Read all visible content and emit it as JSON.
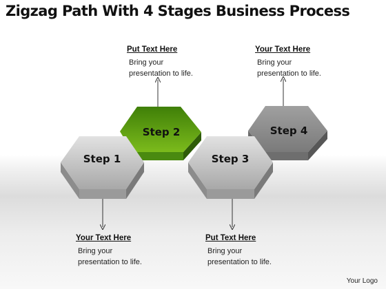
{
  "title": "Zigzag Path With 4 Stages Business Process",
  "steps": [
    {
      "label": "Step 1",
      "color": "#b8b8b8"
    },
    {
      "label": "Step 2",
      "color": "#5e9a12"
    },
    {
      "label": "Step 3",
      "color": "#b8b8b8"
    },
    {
      "label": "Step 4",
      "color": "#8a8a8a"
    }
  ],
  "callouts": [
    {
      "heading": "Put Text Here",
      "line1": "Bring your",
      "line2": "presentation to life."
    },
    {
      "heading": "Your Text Here",
      "line1": "Bring your",
      "line2": "presentation to life."
    },
    {
      "heading": "Your Text Here",
      "line1": "Bring your",
      "line2": "presentation to life."
    },
    {
      "heading": "Put Text Here",
      "line1": "Bring your",
      "line2": "presentation to life."
    }
  ],
  "logo": "Your Logo"
}
